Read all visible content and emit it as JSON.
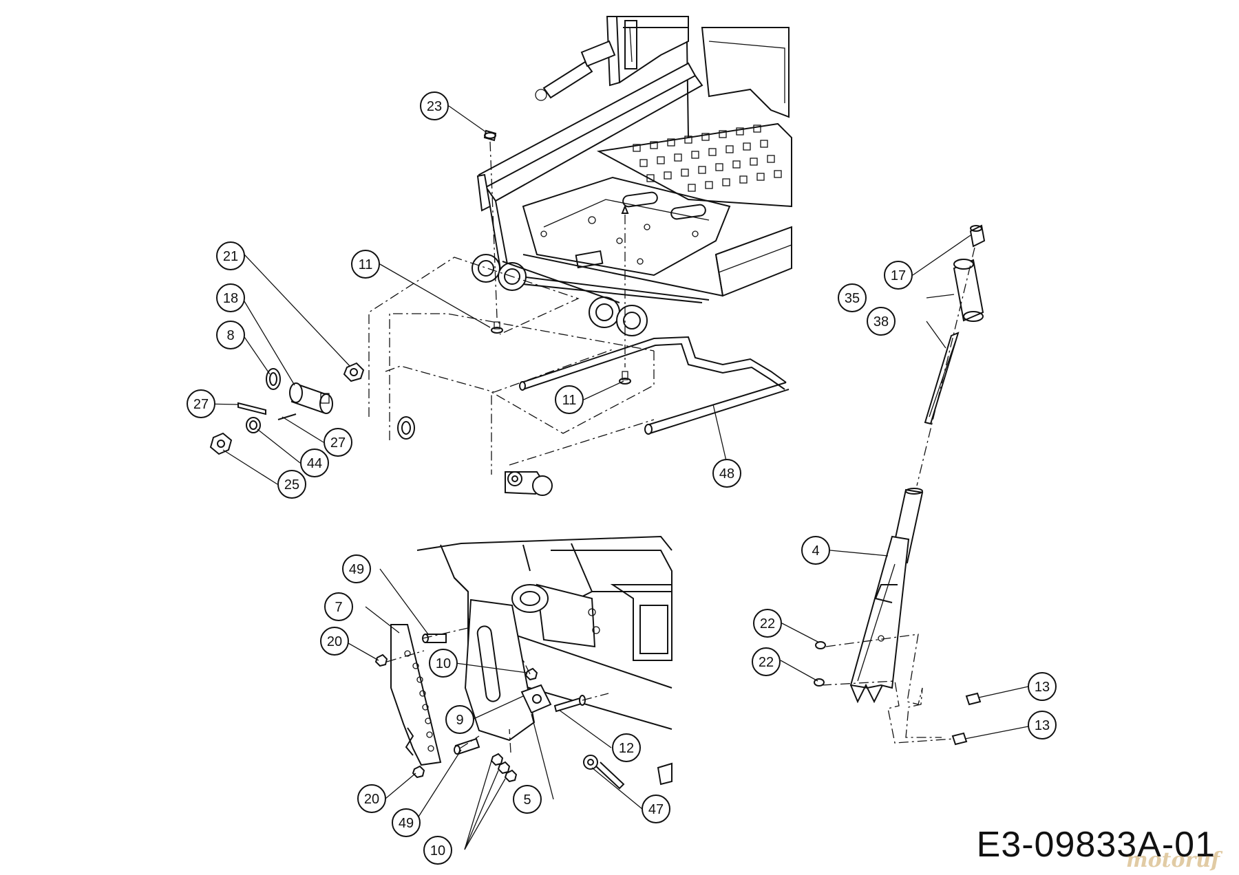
{
  "drawing_code": "E3-09833A-01",
  "watermark": "motoruf",
  "callouts": [
    {
      "id": "c23",
      "label": "23"
    },
    {
      "id": "c21",
      "label": "21"
    },
    {
      "id": "c11a",
      "label": "11"
    },
    {
      "id": "c18",
      "label": "18"
    },
    {
      "id": "c8",
      "label": "8"
    },
    {
      "id": "c27a",
      "label": "27"
    },
    {
      "id": "c27b",
      "label": "27"
    },
    {
      "id": "c44",
      "label": "44"
    },
    {
      "id": "c25",
      "label": "25"
    },
    {
      "id": "c11b",
      "label": "11"
    },
    {
      "id": "c48",
      "label": "48"
    },
    {
      "id": "c17",
      "label": "17"
    },
    {
      "id": "c35",
      "label": "35"
    },
    {
      "id": "c38",
      "label": "38"
    },
    {
      "id": "c4",
      "label": "4"
    },
    {
      "id": "c22a",
      "label": "22"
    },
    {
      "id": "c22b",
      "label": "22"
    },
    {
      "id": "c13a",
      "label": "13"
    },
    {
      "id": "c13b",
      "label": "13"
    },
    {
      "id": "c49a",
      "label": "49"
    },
    {
      "id": "c7",
      "label": "7"
    },
    {
      "id": "c20a",
      "label": "20"
    },
    {
      "id": "c10a",
      "label": "10"
    },
    {
      "id": "c9",
      "label": "9"
    },
    {
      "id": "c12",
      "label": "12"
    },
    {
      "id": "c20b",
      "label": "20"
    },
    {
      "id": "c49b",
      "label": "49"
    },
    {
      "id": "c5",
      "label": "5"
    },
    {
      "id": "c47",
      "label": "47"
    },
    {
      "id": "c10b",
      "label": "10"
    }
  ]
}
